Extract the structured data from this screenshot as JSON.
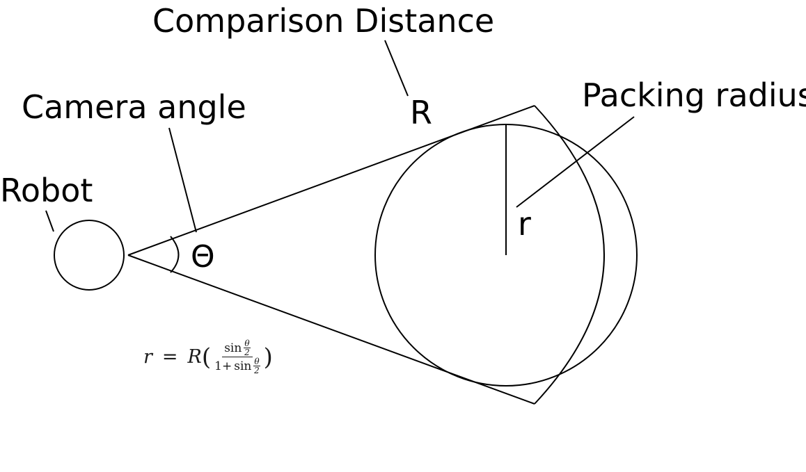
{
  "labels": {
    "comparison_distance": "Comparison Distance",
    "R": "R",
    "packing_radius": "Packing radius",
    "camera_angle": "Camera angle",
    "robot": "Robot",
    "r": "r",
    "theta": "Θ"
  },
  "formula": {
    "lhs": "r",
    "eq": "=",
    "R": "R",
    "open": "(",
    "close": ")",
    "num_sin": "sin",
    "den_one_plus": "1+",
    "den_sin": "sin",
    "theta": "θ",
    "two": "2"
  },
  "colors": {
    "ink": "#000000",
    "background": "#ffffff"
  }
}
